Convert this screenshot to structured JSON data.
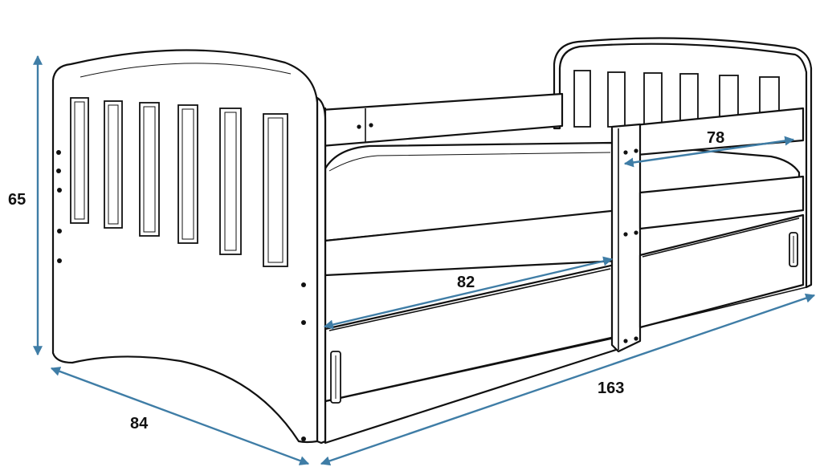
{
  "dimensions": {
    "height": "65",
    "depth": "84",
    "length": "163",
    "drawer_length": "82",
    "rail_length": "78"
  },
  "colors": {
    "outline": "#111111",
    "dimension_arrow": "#3f7da6",
    "background": "#ffffff"
  }
}
